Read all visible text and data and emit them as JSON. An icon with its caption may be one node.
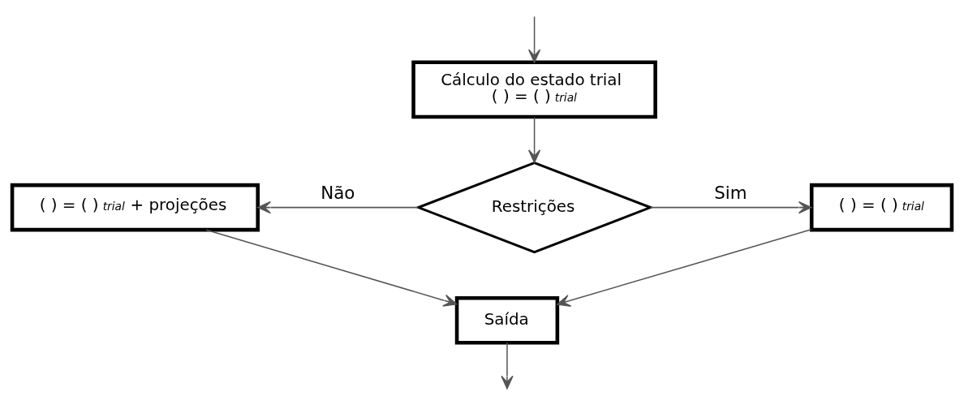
{
  "diagram": {
    "nodes": [
      {
        "text": [
          "Cálculo do estado trial",
          "( ) = ( )$^{trial}$"
        ]
      },
      {
        "text": [
          "Restrições"
        ]
      },
      {
        "text": [
          "( ) = ( )$^{trial}$ + projeções"
        ]
      },
      {
        "text": [
          "( ) = ( )$^{trial}$"
        ]
      },
      {
        "text": [
          "Saída"
        ]
      }
    ],
    "edges": [
      {
        "from": null,
        "to": 0,
        "arrow": "to"
      },
      {
        "from": 0,
        "to": 1,
        "arrow": "to"
      },
      {
        "from": 1,
        "to": 2,
        "arrow": "to",
        "label": "Não"
      },
      {
        "from": 1,
        "to": 3,
        "arrow": "to",
        "label": "Sim"
      },
      {
        "from": 2,
        "to": 4,
        "arrow": "to"
      },
      {
        "from": 3,
        "to": 4,
        "arrow": "to"
      },
      {
        "from": 4,
        "to": null,
        "arrow": "to"
      }
    ]
  }
}
